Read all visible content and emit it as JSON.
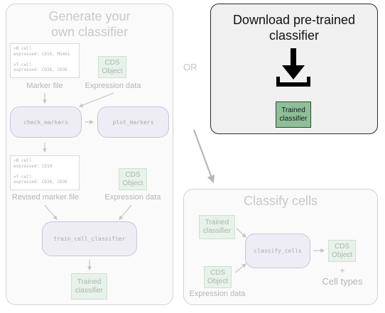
{
  "panels": {
    "generate": {
      "title_line1": "Generate your",
      "title_line2": "own classifier"
    },
    "download": {
      "title_line1": "Download pre-trained",
      "title_line2": "classifier"
    },
    "classify": {
      "title": "Classify cells"
    }
  },
  "or_label": "OR",
  "marker_file": {
    "lines": [
      ">B cell",
      "expressed: CD19, MS4A1",
      "",
      ">T cell",
      "expressed: CD3D, CD3E"
    ],
    "caption": "Marker file"
  },
  "revised_marker_file": {
    "lines": [
      ">B cell",
      "expressed: CD19",
      "",
      ">T cell",
      "expressed: CD3D, CD3E"
    ],
    "caption": "Revised marker file"
  },
  "cds_object_1": {
    "label_line1": "CDS",
    "label_line2": "Object",
    "caption": "Expression data"
  },
  "cds_object_2": {
    "label_line1": "CDS",
    "label_line2": "Object",
    "caption": "Expression data"
  },
  "cds_object_3": {
    "label_line1": "CDS",
    "label_line2": "Object",
    "caption": "Expression data"
  },
  "cds_object_output": {
    "label_line1": "CDS",
    "label_line2": "Object"
  },
  "functions": {
    "check_markers": "check_markers",
    "plot_markers": "plot_markers",
    "train_cell_classifier": "train_cell_classifier",
    "classify_cells": "classify_cells"
  },
  "trained_classifier_generated": {
    "label_line1": "Trained",
    "label_line2": "classifier"
  },
  "trained_classifier_download": {
    "label_line1": "Trained",
    "label_line2": "classifier"
  },
  "trained_classifier_input": {
    "label_line1": "Trained",
    "label_line2": "classifier"
  },
  "output_plus": "+",
  "output_cell_types": "Cell types",
  "download_icon": "download-icon"
}
